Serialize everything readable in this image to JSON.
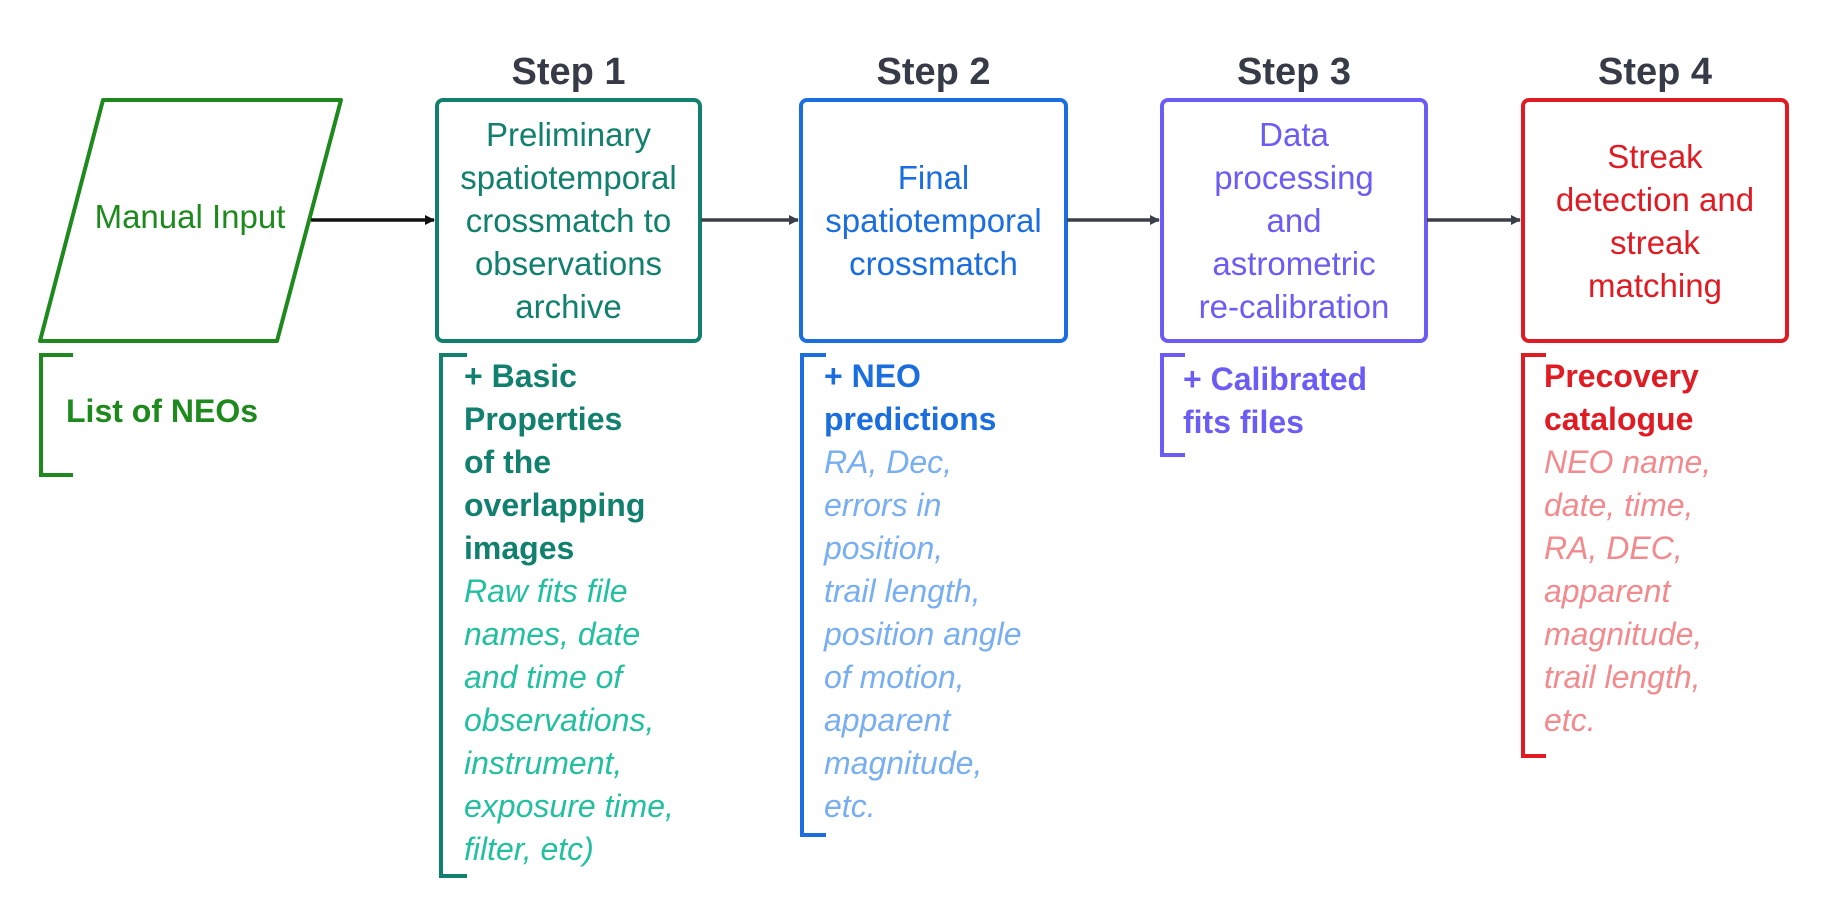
{
  "colors": {
    "green": "#1e8a1e",
    "teal": "#11806f",
    "teal_light": "#22c0a0",
    "blue": "#1a6ee0",
    "blue_light": "#78aef2",
    "purple": "#6b5cf5",
    "red": "#e01b23",
    "red_light": "#f28a8e",
    "arrow_dark": "#111111",
    "arrow_gray": "#3b3f47",
    "step_title": "#363b47"
  },
  "input": {
    "label": "Manual Input",
    "note": "List of NEOs"
  },
  "steps": [
    {
      "title": "Step 1",
      "box_lines": [
        "Preliminary",
        "spatiotemporal",
        "crossmatch to",
        "observations",
        "archive"
      ],
      "note_head": "+ Basic\nProperties\nof the\noverlapping\nimages",
      "note_body": "Raw fits file\nnames, date\nand time of\nobservations,\ninstrument,\nexposure time,\nfilter, etc)"
    },
    {
      "title": "Step 2",
      "box_lines": [
        "Final",
        "spatiotemporal",
        "crossmatch"
      ],
      "note_head": "+ NEO\npredictions",
      "note_body": "RA, Dec,\nerrors in\nposition,\ntrail length,\nposition angle\nof motion,\napparent\nmagnitude,\netc."
    },
    {
      "title": "Step 3",
      "box_lines": [
        "Data",
        "processing",
        "and",
        "astrometric",
        "re-calibration"
      ],
      "note_head": "+ Calibrated\nfits files",
      "note_body": ""
    },
    {
      "title": "Step 4",
      "box_lines": [
        "Streak",
        "detection and",
        "streak",
        "matching"
      ],
      "note_head": "Precovery\ncatalogue",
      "note_body": "NEO name,\ndate, time,\nRA, DEC,\napparent\nmagnitude,\ntrail length,\netc."
    }
  ]
}
